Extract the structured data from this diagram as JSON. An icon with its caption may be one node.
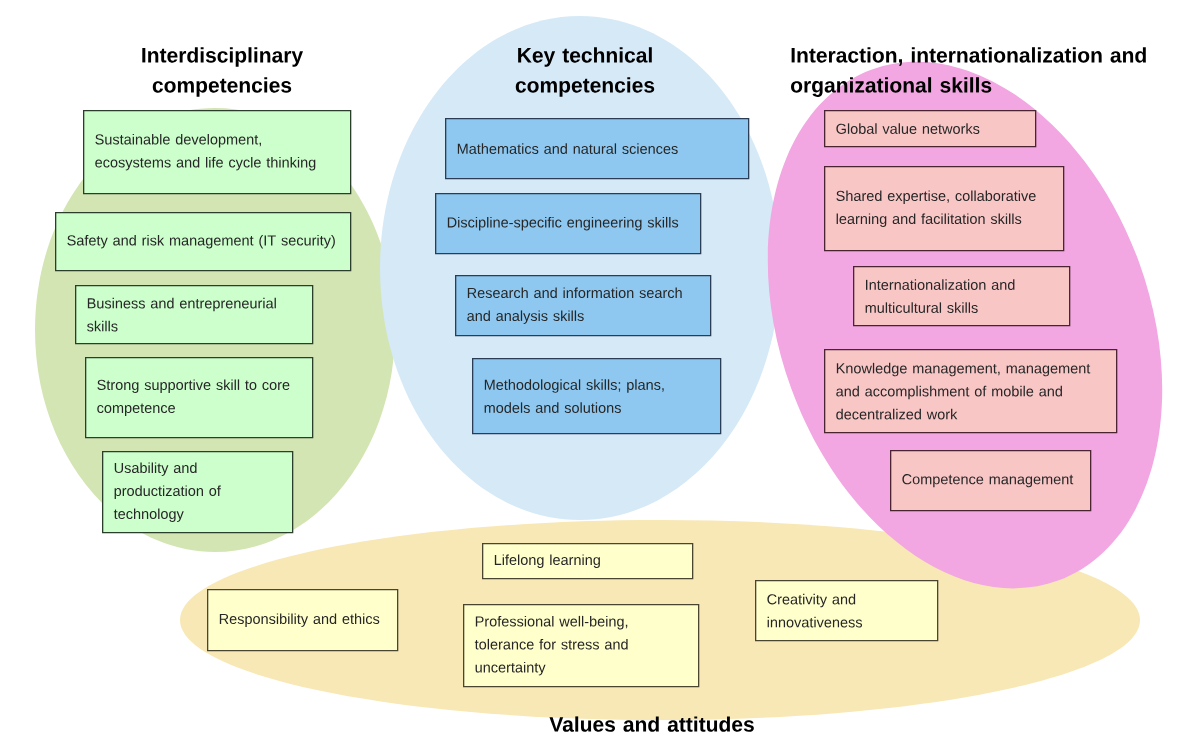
{
  "diagram": {
    "nodes": [
      {
        "text": [
          "Interdisciplinary competencies"
        ]
      },
      {
        "text": [
          "Sustainable development, ecosystems and life cycle thinking"
        ],
        "in": 0
      },
      {
        "text": [
          "Safety and risk management (IT security)"
        ],
        "in": 0
      },
      {
        "text": [
          "Business and entrepreneurial skills"
        ],
        "in": 0
      },
      {
        "text": [
          "Strong supportive skill to core competence"
        ],
        "in": 0
      },
      {
        "text": [
          "Usability and productization of technology"
        ],
        "in": 0
      },
      {
        "text": [
          "Key technical competencies"
        ]
      },
      {
        "text": [
          "Mathematics and natural sciences"
        ],
        "in": 6
      },
      {
        "text": [
          "Discipline-specific engineering skills"
        ],
        "in": 6
      },
      {
        "text": [
          "Research and information search and analysis skills"
        ],
        "in": 6
      },
      {
        "text": [
          "Methodological skills; plans, models and solutions"
        ],
        "in": 6
      },
      {
        "text": [
          "Interaction, internationalization and organizational skills"
        ]
      },
      {
        "text": [
          "Global value networks"
        ],
        "in": 11
      },
      {
        "text": [
          "Shared expertise, collaborative learning and facilitation skills"
        ],
        "in": 11
      },
      {
        "text": [
          "Internationalization and multicultural skills"
        ],
        "in": 11
      },
      {
        "text": [
          "Knowledge management, management and accomplishment of mobile and decentralized work"
        ],
        "in": 11
      },
      {
        "text": [
          "Competence management"
        ],
        "in": 11
      },
      {
        "text": [
          "Values and attitudes"
        ]
      },
      {
        "text": [
          "Lifelong learning"
        ],
        "in": 17
      },
      {
        "text": [
          "Responsibility and ethics"
        ],
        "in": 17
      },
      {
        "text": [
          "Professional well-being, tolerance for stress and uncertainty"
        ],
        "in": 17
      },
      {
        "text": [
          "Creativity and innovativeness"
        ],
        "in": 17
      }
    ]
  }
}
